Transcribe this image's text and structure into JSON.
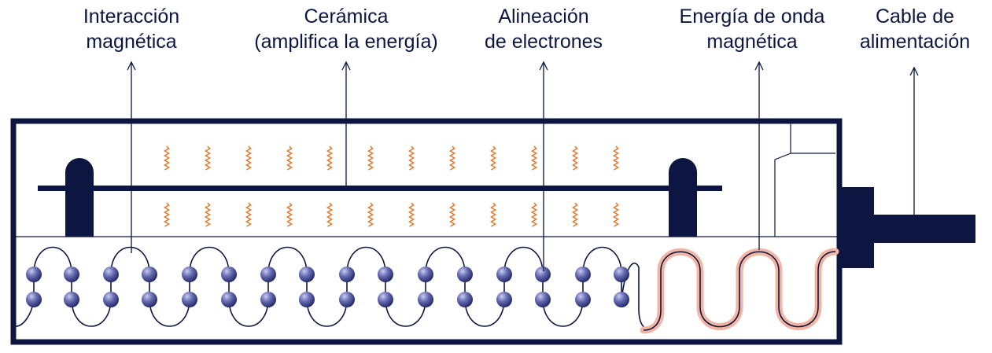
{
  "labels": {
    "magnetic_interaction": {
      "line1": "Interacción",
      "line2": "magnética"
    },
    "ceramic": {
      "line1": "Cerámica",
      "line2": "(amplifica la energía)"
    },
    "electron_alignment": {
      "line1": "Alineación",
      "line2": "de electrones"
    },
    "magnetic_wave_energy": {
      "line1": "Energía de onda",
      "line2": "magnética"
    },
    "power_cable": {
      "line1": "Cable de",
      "line2": "alimentación"
    }
  },
  "colors": {
    "navy": "#0d1640",
    "housing_fill": "#ffffff",
    "wave_glow": "#f2b5a3",
    "ceramic_wave": "#e07a30",
    "electron": "#5c63a8"
  },
  "icons": {
    "electron": "sphere",
    "ceramic_emission": "zigzag"
  }
}
